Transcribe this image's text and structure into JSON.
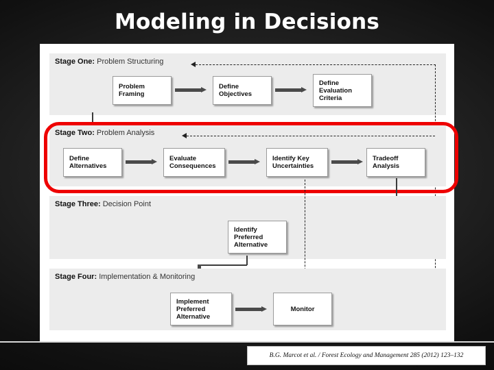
{
  "slide": {
    "title": "Modeling in Decisions",
    "background_color": "#000000",
    "title_color": "#ffffff",
    "highlight_color": "#ee0000"
  },
  "figure": {
    "stages": [
      {
        "number_label": "Stage One:",
        "name": "Problem Structuring"
      },
      {
        "number_label": "Stage Two:",
        "name": "Problem Analysis"
      },
      {
        "number_label": "Stage Three:",
        "name": "Decision Point"
      },
      {
        "number_label": "Stage Four:",
        "name": "Implementation & Monitoring"
      }
    ],
    "boxes": [
      {
        "id": "problem-framing",
        "lines": [
          "Problem",
          "Framing"
        ],
        "stage": 1
      },
      {
        "id": "define-objectives",
        "lines": [
          "Define",
          "Objectives"
        ],
        "stage": 1
      },
      {
        "id": "define-evaluation-criteria",
        "lines": [
          "Define",
          "Evaluation",
          "Criteria"
        ],
        "stage": 1
      },
      {
        "id": "define-alternatives",
        "lines": [
          "Define",
          "Alternatives"
        ],
        "stage": 2
      },
      {
        "id": "evaluate-consequences",
        "lines": [
          "Evaluate",
          "Consequences"
        ],
        "stage": 2
      },
      {
        "id": "identify-key-uncertainties",
        "lines": [
          "Identify Key",
          "Uncertainties"
        ],
        "stage": 2
      },
      {
        "id": "tradeoff-analysis",
        "lines": [
          "Tradeoff",
          "Analysis"
        ],
        "stage": 2
      },
      {
        "id": "identify-preferred-alternative",
        "lines": [
          "Identify",
          "Preferred",
          "Alternative"
        ],
        "stage": 3
      },
      {
        "id": "implement-preferred-alternative",
        "lines": [
          "Implement",
          "Preferred",
          "Alternative"
        ],
        "stage": 4
      },
      {
        "id": "monitor",
        "lines": [
          "Monitor"
        ],
        "stage": 4
      }
    ]
  },
  "citation": {
    "text": "B.G. Marcot et al. / Forest Ecology and Management 285 (2012) 123–132"
  }
}
